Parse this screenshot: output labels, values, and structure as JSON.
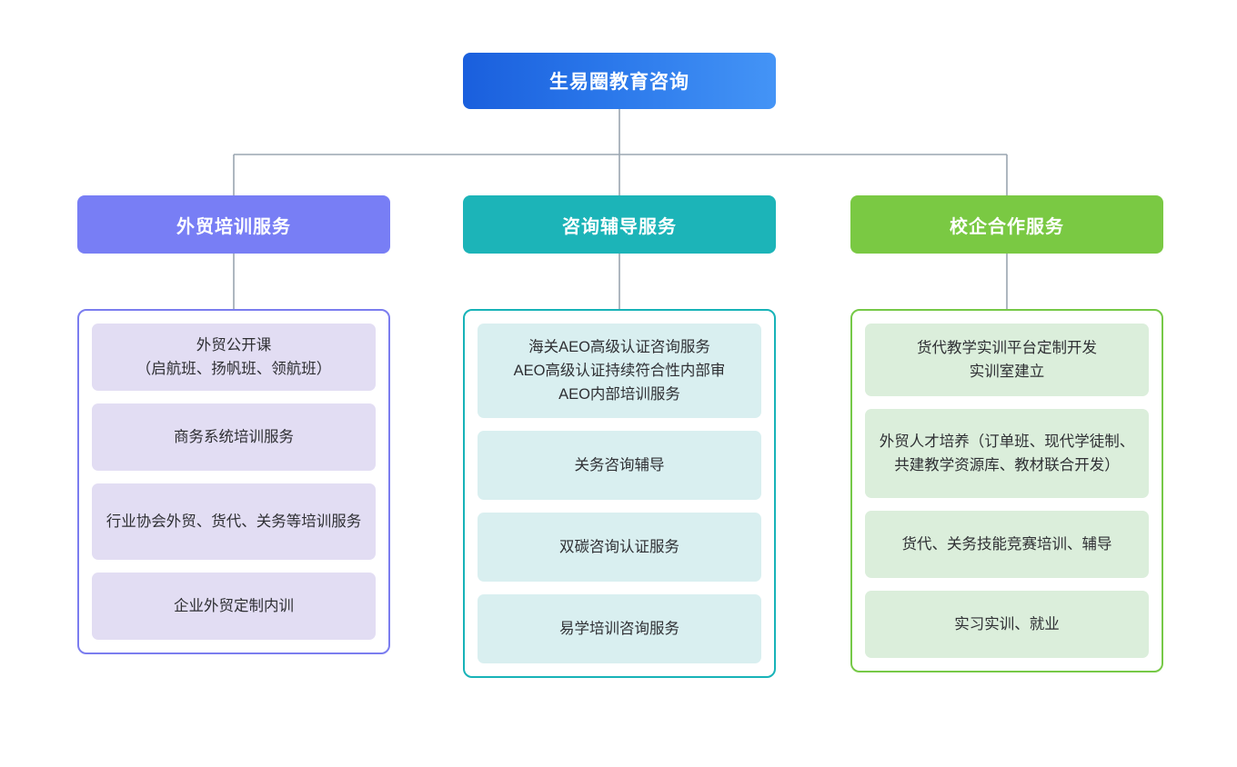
{
  "diagram": {
    "type": "organization-tree",
    "root": {
      "label": "生易圈教育咨询",
      "gradient_from": "#1a5fdd",
      "gradient_to": "#4494f6"
    },
    "connector_color": "#9aa5b1",
    "branches": [
      {
        "header": "外贸培训服务",
        "header_color": "#787ef5",
        "border_color": "#7b7def",
        "item_color": "#e2ddf3",
        "items": [
          "外贸公开课\n（启航班、扬帆班、领航班）",
          "商务系统培训服务",
          "行业协会外贸、货代、关务等培训服务",
          "企业外贸定制内训"
        ]
      },
      {
        "header": "咨询辅导服务",
        "header_color": "#1cb4b8",
        "border_color": "#17b3b8",
        "item_color": "#d9eff0",
        "items": [
          "海关AEO高级认证咨询服务\nAEO高级认证持续符合性内部审\nAEO内部培训服务",
          "关务咨询辅导",
          "双碳咨询认证服务",
          "易学培训咨询服务"
        ]
      },
      {
        "header": "校企合作服务",
        "header_color": "#7ac943",
        "border_color": "#76c947",
        "item_color": "#dbeedb",
        "items": [
          "货代教学实训平台定制开发\n实训室建立",
          "外贸人才培养（订单班、现代学徒制、共建教学资源库、教材联合开发）",
          "货代、关务技能竞赛培训、辅导",
          "实习实训、就业"
        ]
      }
    ]
  }
}
